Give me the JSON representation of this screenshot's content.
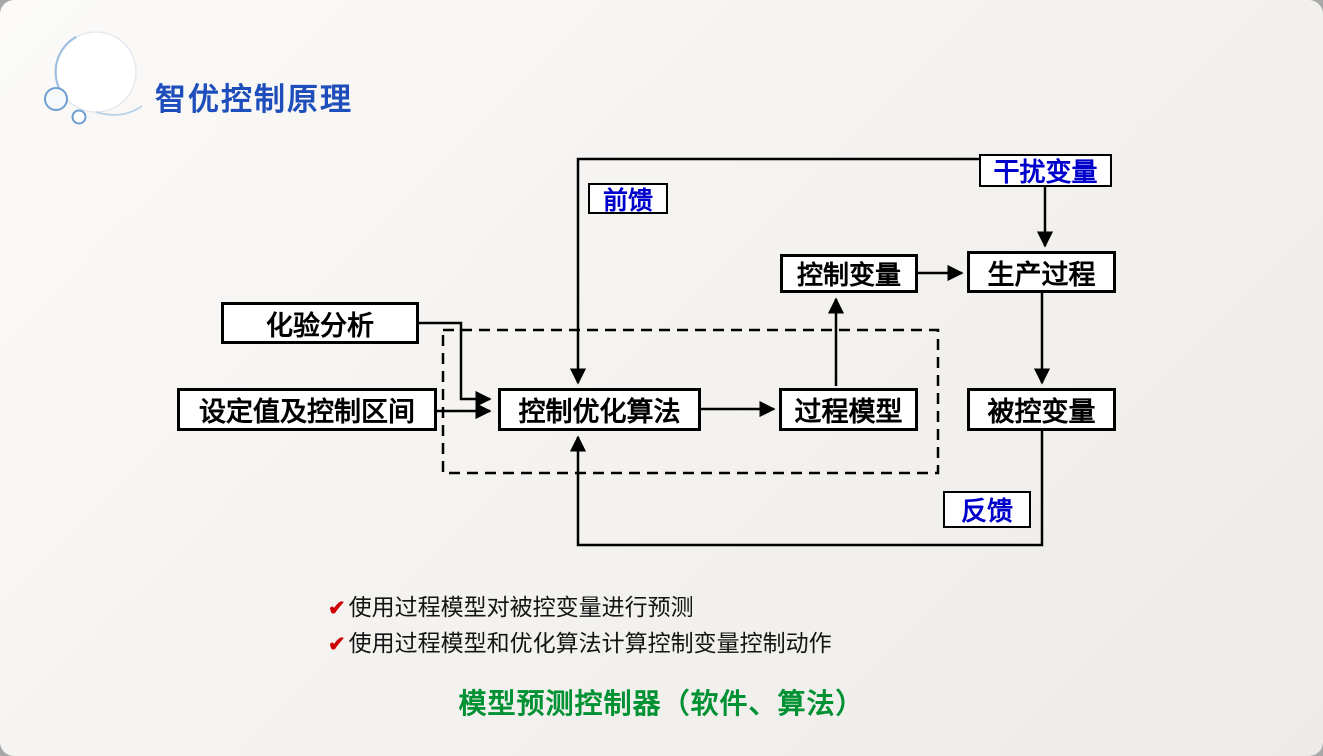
{
  "slide": {
    "title": "智优控制原理",
    "diagram": {
      "labels": {
        "feedforward": "前馈",
        "disturbance": "干扰变量",
        "control_variable": "控制变量",
        "production_process": "生产过程",
        "lab_analysis": "化验分析",
        "setpoint_range": "设定值及控制区间",
        "control_optimizer": "控制优化算法",
        "process_model": "过程模型",
        "controlled_variable": "被控变量",
        "feedback": "反馈"
      }
    },
    "bullets": [
      {
        "mark": "✔",
        "text": "使用过程模型对被控变量进行预测"
      },
      {
        "mark": "✔",
        "text": "使用过程模型和优化算法计算控制变量控制动作"
      }
    ],
    "caption": "模型预测控制器（软件、算法）",
    "colors": {
      "title_blue": "#1d4ebc",
      "label_blue": "#0000cc",
      "box_border": "#000000",
      "check_red": "#cc0000",
      "caption_green": "#009133"
    }
  }
}
